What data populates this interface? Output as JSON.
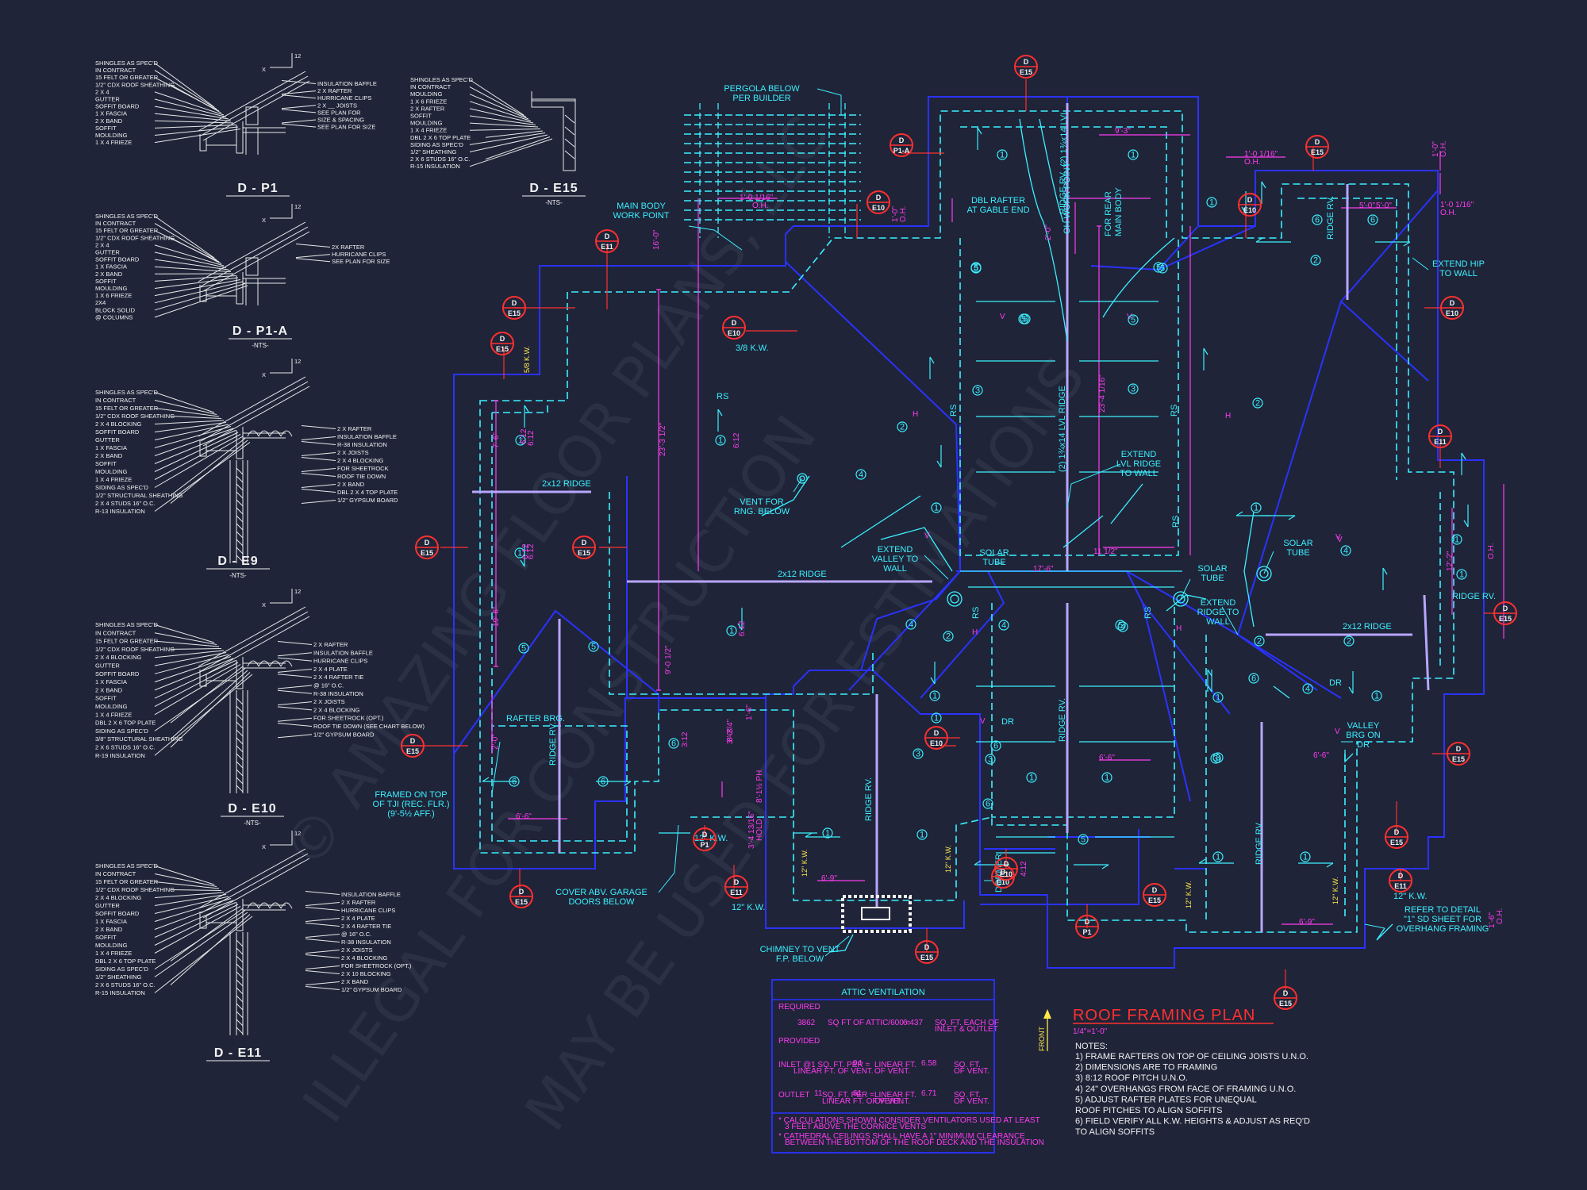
{
  "details": [
    {
      "id": "d-p1",
      "title": "D - P1",
      "nts": "",
      "labels": [
        "SHINGLES AS SPEC'D",
        "IN CONTRACT",
        "15 FELT OR GREATER",
        "1/2\" CDX ROOF SHEATHING",
        "2 X 4",
        "GUTTER",
        "SOFFIT BOARD",
        "1 X  FASCIA",
        "2 X  BAND",
        "SOFFIT",
        "MOULDING",
        "1 X 4 FRIEZE"
      ],
      "rlabels": [
        "INSULATION BAFFLE",
        "2 X   RAFTER",
        "HURRICANE CLIPS",
        "2 X __ JOISTS",
        "SEE PLAN FOR",
        "SIZE & SPACING",
        "SEE PLAN FOR SIZE"
      ]
    },
    {
      "id": "d-e15",
      "title": "D - E15",
      "nts": "-NTS-",
      "labels": [
        "SHINGLES AS SPEC'D",
        "IN CONTRACT",
        "MOULDING",
        "1 X 6 FRIEZE",
        "2 X   RAFTER",
        "SOFFIT",
        "MOULDING",
        "1 X 4 FRIEZE",
        "DBL 2 X 6 TOP PLATE",
        "SIDING AS SPEC'D",
        "1/2\" SHEATHING",
        "2 X 6 STUDS 16\" O.C.",
        "R-15 INSULATION"
      ],
      "rlabels": []
    },
    {
      "id": "d-p1a",
      "title": "D - P1-A",
      "nts": "-NTS-",
      "labels": [
        "SHINGLES AS SPEC'D",
        "IN CONTRACT",
        "15 FELT OR GREATER",
        "1/2\" CDX ROOF SHEATHING",
        "2 X 4",
        "GUTTER",
        "SOFFIT BOARD",
        "1 X  FASCIA",
        "2 X  BAND",
        "SOFFIT",
        "MOULDING",
        "1 X 6 FRIEZE",
        "2X4",
        "BLOCK SOLID",
        "@ COLUMNS"
      ],
      "rlabels": [
        "2X  RAFTER",
        "HURRICANE CLIPS",
        "SEE PLAN FOR SIZE"
      ]
    },
    {
      "id": "d-e9",
      "title": "D - E9",
      "nts": "-NTS-",
      "labels": [
        "SHINGLES AS SPEC'D",
        "IN CONTRACT",
        "15 FELT OR GREATER",
        "1/2\" CDX ROOF SHEATHING",
        "2 X 4 BLOCKING",
        "SOFFIT BOARD",
        "GUTTER",
        "1 X  FASCIA",
        "2 X  BAND",
        "SOFFIT",
        "MOULDING",
        "1 X 4 FRIEZE",
        "SIDING AS SPEC'D",
        "1/2\" STRUCTURAL SHEATHING",
        "2 X 4 STUDS 16\" O.C.",
        "R-13 INSULATION"
      ],
      "rlabels": [
        "2 X   RAFTER",
        "INSULATION BAFFLE",
        "R-38 INSULATION",
        "2 X   JOISTS",
        "2 X 4 BLOCKING",
        "FOR SHEETROCK",
        "ROOF TIE DOWN",
        "2 X   BAND",
        "DBL 2 X 4 TOP PLATE",
        "1/2\" GYPSUM BOARD"
      ]
    },
    {
      "id": "d-e10",
      "title": "D - E10",
      "nts": "-NTS-",
      "labels": [
        "SHINGLES AS SPEC'D",
        "IN CONTRACT",
        "15 FELT OR GREATER",
        "1/2\" CDX ROOF SHEATHING",
        "2 X 4 BLOCKING",
        "GUTTER",
        "SOFFIT BOARD",
        "1 X  FASCIA",
        "2 X  BAND",
        "SOFFIT",
        "MOULDING",
        "1 X 4 FRIEZE",
        "DBL 2 X 6 TOP PLATE",
        "SIDING AS SPEC'D",
        "3/8\" STRUCTURAL SHEATHING",
        "2 X 6 STUDS 16\" O.C.",
        "R-19 INSULATION"
      ],
      "rlabels": [
        "2 X   RAFTER",
        "INSULATION BAFFLE",
        "HURRICANE CLIPS",
        "2 X 4 PLATE",
        "2 X 4 RAFTER TIE",
        "@ 16\" O.C.",
        "R-38 INSULATION",
        "2 X   JOISTS",
        "2 X 4 BLOCKING",
        "FOR SHEETROCK (OPT.)",
        "ROOF TIE DOWN (SEE CHART BELOW)",
        "1/2\" GYPSUM BOARD"
      ]
    },
    {
      "id": "d-e11",
      "title": "D - E11",
      "nts": "",
      "labels": [
        "SHINGLES AS SPEC'D",
        "IN CONTRACT",
        "15 FELT OR GREATER",
        "1/2\" CDX ROOF SHEATHING",
        "2 X 4 BLOCKING",
        "GUTTER",
        "SOFFIT BOARD",
        "1 X  FASCIA",
        "2 X  BAND",
        "SOFFIT",
        "MOULDING",
        "1 X 4 FRIEZE",
        "DBL 2 X 6 TOP PLATE",
        "SIDING AS SPEC'D",
        "1/2\" SHEATHING",
        "2 X 6 STUDS 16\" O.C.",
        "R-15 INSULATION"
      ],
      "rlabels": [
        "INSULATION BAFFLE",
        "2 X   RAFTER",
        "HURRICANE CLIPS",
        "2 X 4 PLATE",
        "2 X 4 RAFTER TIE",
        "@ 16\" O.C.",
        "R-38 INSULATION",
        "2 X   JOISTS",
        "2 X 4 BLOCKING",
        "FOR SHEETROCK (OPT.)",
        "2 X 10 BLOCKING",
        "2 X   BAND",
        "1/2\" GYPSUM BOARD"
      ]
    }
  ],
  "detail_pitch": "12",
  "plan_notes": [
    {
      "text": "PERGOLA BELOW"
    },
    {
      "text": "PER BUILDER"
    },
    {
      "text": "MAIN BODY"
    },
    {
      "text": "WORK POINT"
    },
    {
      "text": "DBL RAFTER"
    },
    {
      "text": "AT GABLE END"
    },
    {
      "text": "VENT FOR"
    },
    {
      "text": "RNG. BELOW"
    },
    {
      "text": "EXTEND"
    },
    {
      "text": "VALLEY TO"
    },
    {
      "text": "WALL"
    },
    {
      "text": "SOLAR"
    },
    {
      "text": "TUBE"
    },
    {
      "text": "SOLAR"
    },
    {
      "text": "TUBE"
    },
    {
      "text": "EXTEND"
    },
    {
      "text": "RIDGE TO"
    },
    {
      "text": "WALL"
    },
    {
      "text": "SOLAR"
    },
    {
      "text": "TUBE"
    },
    {
      "text": "EXTEND"
    },
    {
      "text": "LVL RIDGE"
    },
    {
      "text": "TO WALL"
    },
    {
      "text": "EXTEND HIP"
    },
    {
      "text": "TO WALL"
    },
    {
      "text": "FRAMED ON TOP"
    },
    {
      "text": "OF TJI (REC. FLR.)"
    },
    {
      "text": "(9'-5½ AFF.)"
    },
    {
      "text": "COVER ABV. GARAGE"
    },
    {
      "text": "DOORS BELOW"
    },
    {
      "text": "CHIMNEY TO VENT"
    },
    {
      "text": "F.P. BELOW"
    },
    {
      "text": "VALLEY"
    },
    {
      "text": "BRG ON"
    },
    {
      "text": "DR"
    },
    {
      "text": "REFER TO DETAIL"
    },
    {
      "text": "\"1\" SD SHEET FOR"
    },
    {
      "text": "OVERHANG FRAMING"
    },
    {
      "text": "RAFTER BRG."
    },
    {
      "text": "DORMER"
    }
  ],
  "ridge_labels": [
    "2x12 RIDGE",
    "2x12 RIDGE",
    "2x12 RIDGE",
    "RIDGE RV.",
    "RIDGE RV.",
    "RIDGE RV.",
    "RIDGE RV.",
    "RIDGE RV.",
    "RIDGE RV.",
    "RIDGE RV.",
    "(2) 1¾x14 LVL RIDGE",
    "(2) 1¾x14 LVL",
    "RS",
    "RS",
    "RS",
    "RS",
    "RS",
    "RS",
    "DR",
    "DR",
    "OH WORK POINT",
    "FOR REAR",
    "MAIN BODY"
  ],
  "dimensions": [
    "9'-3\"",
    "1'-0 1/16\"",
    "O.H.",
    "1'-0\"",
    "O.H.",
    "5'-0\"",
    "1'-0 1/16\"",
    "O.H.",
    "1'-0 1/16\"",
    "O.H.",
    "1'-0\"",
    "O.H.",
    "5'-0\"",
    "16'-0\"",
    "7'-6\"",
    "23'-3 1/2\"",
    "2'-0\"",
    "23'-4 1/16\"",
    "17'-6\"",
    "11 1/2\"",
    "8'-3/4\"",
    "12'-2\"",
    "19'-6\"",
    "9'-0 1/2\"",
    "2'-0\"",
    "6'-6\"",
    "6'-6\"",
    "6'-9\"",
    "6'-9\"",
    "6'-6\"",
    "1'-6\"",
    "O.H.",
    "3'-4 13/16\"",
    "HOLD",
    "8'-1½ PH",
    "3'-0\"",
    "1'-6\"",
    "O.H."
  ],
  "pitches": [
    "6:12",
    "6:12",
    "6:12",
    "6:12",
    "6:12",
    "6:12",
    "3:12",
    "4:12"
  ],
  "kw_labels": [
    "5/8 K.W.",
    "3/8 K.W.",
    "12\" K.W.",
    "12\" K.W.",
    "12\" K.W.",
    "12\" K.W.",
    "12\" K.W.",
    "12\" K.W.",
    "12\" K.W."
  ],
  "tags": [
    {
      "top": "D",
      "bot": "E15"
    },
    {
      "top": "D",
      "bot": "P1-A"
    },
    {
      "top": "D",
      "bot": "E10"
    },
    {
      "top": "D",
      "bot": "E10"
    },
    {
      "top": "D",
      "bot": "E15"
    },
    {
      "top": "D",
      "bot": "E10"
    },
    {
      "top": "D",
      "bot": "E15"
    },
    {
      "top": "D",
      "bot": "E10"
    },
    {
      "top": "D",
      "bot": "E15"
    },
    {
      "top": "D",
      "bot": "E11"
    },
    {
      "top": "D",
      "bot": "E11"
    },
    {
      "top": "D",
      "bot": "E15"
    },
    {
      "top": "D",
      "bot": "E15"
    },
    {
      "top": "D",
      "bot": "E15"
    },
    {
      "top": "D",
      "bot": "E10"
    },
    {
      "top": "D",
      "bot": "E15"
    },
    {
      "top": "D",
      "bot": "E15"
    },
    {
      "top": "D",
      "bot": "E10"
    },
    {
      "top": "D",
      "bot": "P1"
    },
    {
      "top": "D",
      "bot": "P1"
    },
    {
      "top": "D",
      "bot": "E11"
    },
    {
      "top": "D",
      "bot": "E15"
    },
    {
      "top": "D",
      "bot": "E15"
    },
    {
      "top": "D",
      "bot": "E15"
    },
    {
      "top": "D",
      "bot": "E11"
    },
    {
      "top": "D",
      "bot": "E15"
    },
    {
      "top": "D",
      "bot": "E15"
    },
    {
      "top": "D",
      "bot": "E10"
    }
  ],
  "circle_numbers": [
    "1",
    "1",
    "1",
    "1",
    "1",
    "1",
    "1",
    "1",
    "1",
    "1",
    "1",
    "1",
    "1",
    "1",
    "1",
    "1",
    "1",
    "1",
    "1",
    "1",
    "1",
    "2",
    "2",
    "2",
    "2",
    "2",
    "2",
    "3",
    "3",
    "3",
    "3",
    "3",
    "3",
    "4",
    "4",
    "4",
    "4",
    "4",
    "4",
    "5",
    "5",
    "5",
    "5",
    "5",
    "5",
    "5",
    "5",
    "5",
    "5",
    "6",
    "6",
    "6",
    "6",
    "6",
    "6",
    "6",
    "6",
    "6"
  ],
  "marks": {
    "hip": "H",
    "valley": "V"
  },
  "attic": {
    "title": "ATTIC VENTILATION",
    "required_label": "REQUIRED",
    "req_value": "3862",
    "req_text1": "SQ FT OF ATTIC/600 =",
    "req_result": "6.437",
    "req_text2": "SQ. FT. EACH OF",
    "req_text3": "INLET & OUTLET",
    "provided_label": "PROVIDED",
    "inlet_text": "INLET @1 SQ. FT. PER  =",
    "inlet_sub": "LINEAR FT. OF VENT.",
    "inlet_ft": "94",
    "inlet_lin": "LINEAR FT.",
    "inlet_lin2": "OF VENT.",
    "inlet_res": "6.58",
    "inlet_sq": "SQ. FT.",
    "inlet_sq2": "OF VENT.",
    "outlet_text": "OUTLET",
    "outlet_per": "SQ. FT. PER  =",
    "outlet_n": "11",
    "outlet_sub": "LINEAR FT. OF VENT.",
    "outlet_ft": "61",
    "outlet_lin": "LINEAR FT.",
    "outlet_lin2": "OF VENT.",
    "outlet_res": "6.71",
    "outlet_sq": "SQ. FT.",
    "outlet_sq2": "OF VENT.",
    "foot1": "* CALCULATIONS SHOWN CONSIDER VENTILATORS USED AT LEAST",
    "foot1b": "3 FEET ABOVE THE CORNICE VENTS",
    "foot2": "* CATHEDRAL CEILINGS SHALL HAVE A 1\" MINIMUM CLEARANCE",
    "foot2b": "BETWEEN THE BOTTOM OF THE ROOF DECK AND THE INSULATION"
  },
  "roof_plan": {
    "title": "ROOF FRAMING PLAN",
    "scale": "1/4\"=1'-0\"",
    "front": "FRONT",
    "notes_header": "NOTES:",
    "notes": [
      "1) FRAME RAFTERS ON TOP OF CEILING JOISTS U.N.O.",
      "2) DIMENSIONS ARE TO FRAMING",
      "3) 8:12 ROOF PITCH U.N.O.",
      "4) 24\" OVERHANGS FROM FACE OF FRAMING U.N.O.",
      "5) ADJUST RAFTER PLATES FOR UNEQUAL",
      "   ROOF PITCHES TO ALIGN SOFFITS",
      "6) FIELD VERIFY ALL K.W. HEIGHTS & ADJUST AS REQ'D",
      "   TO ALIGN SOFFITS"
    ]
  },
  "watermark": [
    "© AMAZING FLOOR PLANS, LLC",
    "ILLEGAL FOR CONSTRUCTION",
    "MAY BE USED FOR ESTIMATIONS"
  ],
  "colors": {
    "background": "#1f2438",
    "outline": "#2a32ff",
    "framing": "#3cf0ff",
    "dimension": "#ff3cf0",
    "tag": "#ff3030",
    "note": "#ffe94a"
  }
}
